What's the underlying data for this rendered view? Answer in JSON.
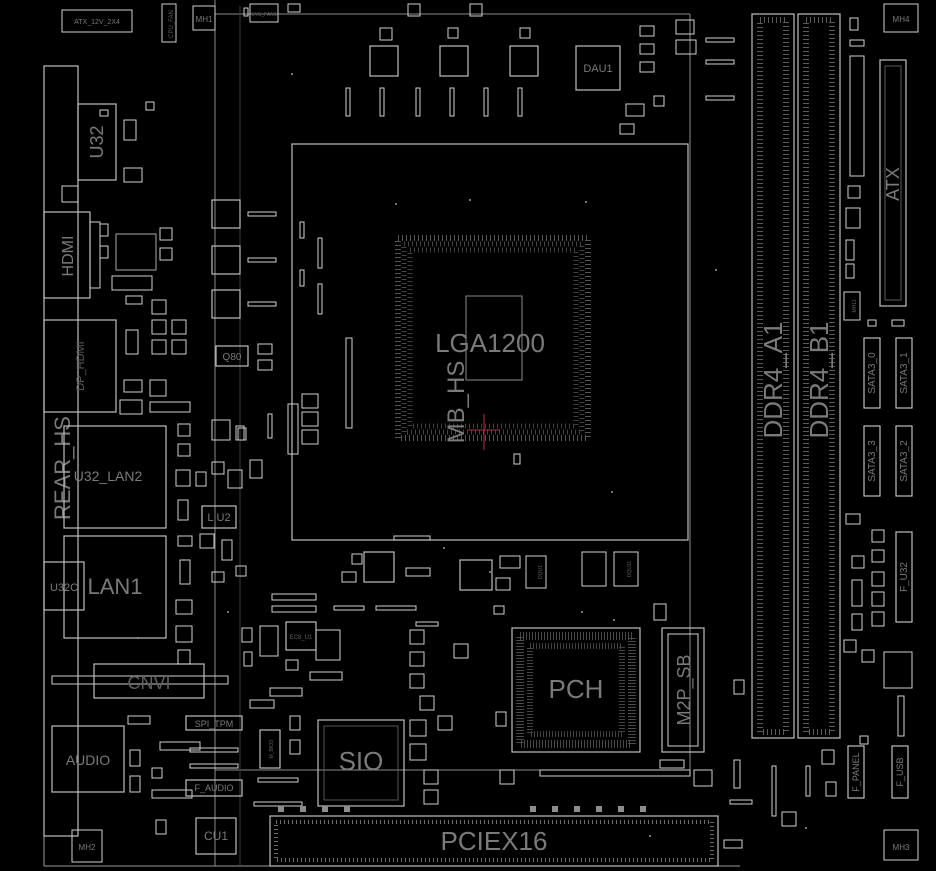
{
  "labels": {
    "atx_12v": "ATX_12V_2X4",
    "cpu_fan": "CPU_FAN",
    "mh1": "MH1",
    "mh2": "MH2",
    "mh3": "MH3",
    "mh4": "MH4",
    "sys_fan1": "SYS_FAN1",
    "dau1": "DAU1",
    "u32": "U32",
    "hdmi": "HDMI",
    "dp_hdmi": "DP_HDMI",
    "rear_hs": "REAR_HS",
    "u32_lan2": "U32_LAN2",
    "u32c": "U32C",
    "lan1": "LAN1",
    "cnvi": "CNVI",
    "audio": "AUDIO",
    "lga1200": "LGA1200",
    "mb_hs": "MB_HS",
    "q80": "Q80",
    "liu2": "LIU2",
    "spi_tpm": "SPI_TPM",
    "f_audio": "F_AUDIO",
    "m_bios": "M_BIOS",
    "ec8": "EC8_U1",
    "sio": "SIO",
    "cu1": "CU1",
    "pciex16": "PCIEX16",
    "pch": "PCH",
    "m2p_sb": "M2P_SB",
    "ddr4_a1": "DDR4_A1",
    "ddr4_b1": "DDR4_B1",
    "atx": "ATX",
    "sata3_0": "SATA3_0",
    "sata3_1": "SATA3_1",
    "sata3_3": "SATA3_3",
    "sata3_2": "SATA3_2",
    "f_u32": "F_U32",
    "f_panel": "F_PANEL",
    "f_usb": "F_USB",
    "mh11": "MH11",
    "dqu1": "DQU1",
    "dqu11": "DQU11"
  }
}
